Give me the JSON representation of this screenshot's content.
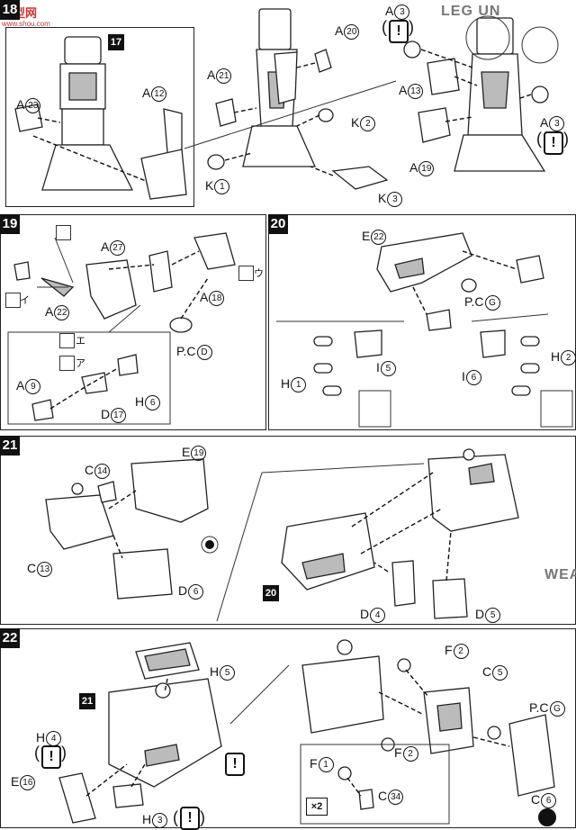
{
  "watermark": {
    "logo": "模型网",
    "url": "www.shou.com"
  },
  "headings": {
    "leg": "LEG UN",
    "weapon": "WEAPO"
  },
  "steps": {
    "s18": {
      "no": "18",
      "ref": "17",
      "labels": {
        "a23": "A",
        "a23n": "23",
        "a12": "A",
        "a12n": "12",
        "a21": "A",
        "a21n": "21",
        "a20": "A",
        "a20n": "20",
        "k2": "K",
        "k2n": "2",
        "k1": "K",
        "k1n": "1",
        "k3": "K",
        "k3n": "3",
        "a3a": "A",
        "a3an": "3",
        "a13": "A",
        "a13n": "13",
        "a19": "A",
        "a19n": "19",
        "a3b": "A",
        "a3bn": "3"
      }
    },
    "s19": {
      "no": "19",
      "labels": {
        "a27": "A",
        "a27n": "27",
        "a22": "A",
        "a22n": "22",
        "a18": "A",
        "a18n": "18",
        "pcd": "P.C",
        "pcdn": "D",
        "a9": "A",
        "a9n": "9",
        "d17": "D",
        "d17n": "17",
        "h6": "H",
        "h6n": "6"
      },
      "tools": {
        "i": "イ",
        "u": "ウ",
        "e": "エ",
        "a": "ア"
      }
    },
    "s20": {
      "no": "20",
      "labels": {
        "e22": "E",
        "e22n": "22",
        "pcg": "P.C",
        "pcgn": "G",
        "h1": "H",
        "h1n": "1",
        "i5": "I",
        "i5n": "5",
        "i6": "I",
        "i6n": "6",
        "h2": "H",
        "h2n": "2"
      }
    },
    "s21": {
      "no": "21",
      "ref": "20",
      "labels": {
        "c14": "C",
        "c14n": "14",
        "e19": "E",
        "e19n": "19",
        "c13": "C",
        "c13n": "13",
        "d6": "D",
        "d6n": "6",
        "d4": "D",
        "d4n": "4",
        "d5": "D",
        "d5n": "5"
      }
    },
    "s22": {
      "no": "22",
      "ref": "21",
      "labels": {
        "h5": "H",
        "h5n": "5",
        "h4": "H",
        "h4n": "4",
        "e16": "E",
        "e16n": "16",
        "h3": "H",
        "h3n": "3",
        "f2a": "F",
        "f2an": "2",
        "c5": "C",
        "c5n": "5",
        "pcg": "P.C",
        "pcgn": "G",
        "f2b": "F",
        "f2bn": "2",
        "f1": "F",
        "f1n": "1",
        "c34": "C",
        "c34n": "34",
        "c6": "C",
        "c6n": "6"
      },
      "multiplier": "×2"
    }
  },
  "warning_glyph": "!",
  "icons": {
    "warning": "exclamation-box-icon",
    "tool": "tool-box-icon"
  }
}
